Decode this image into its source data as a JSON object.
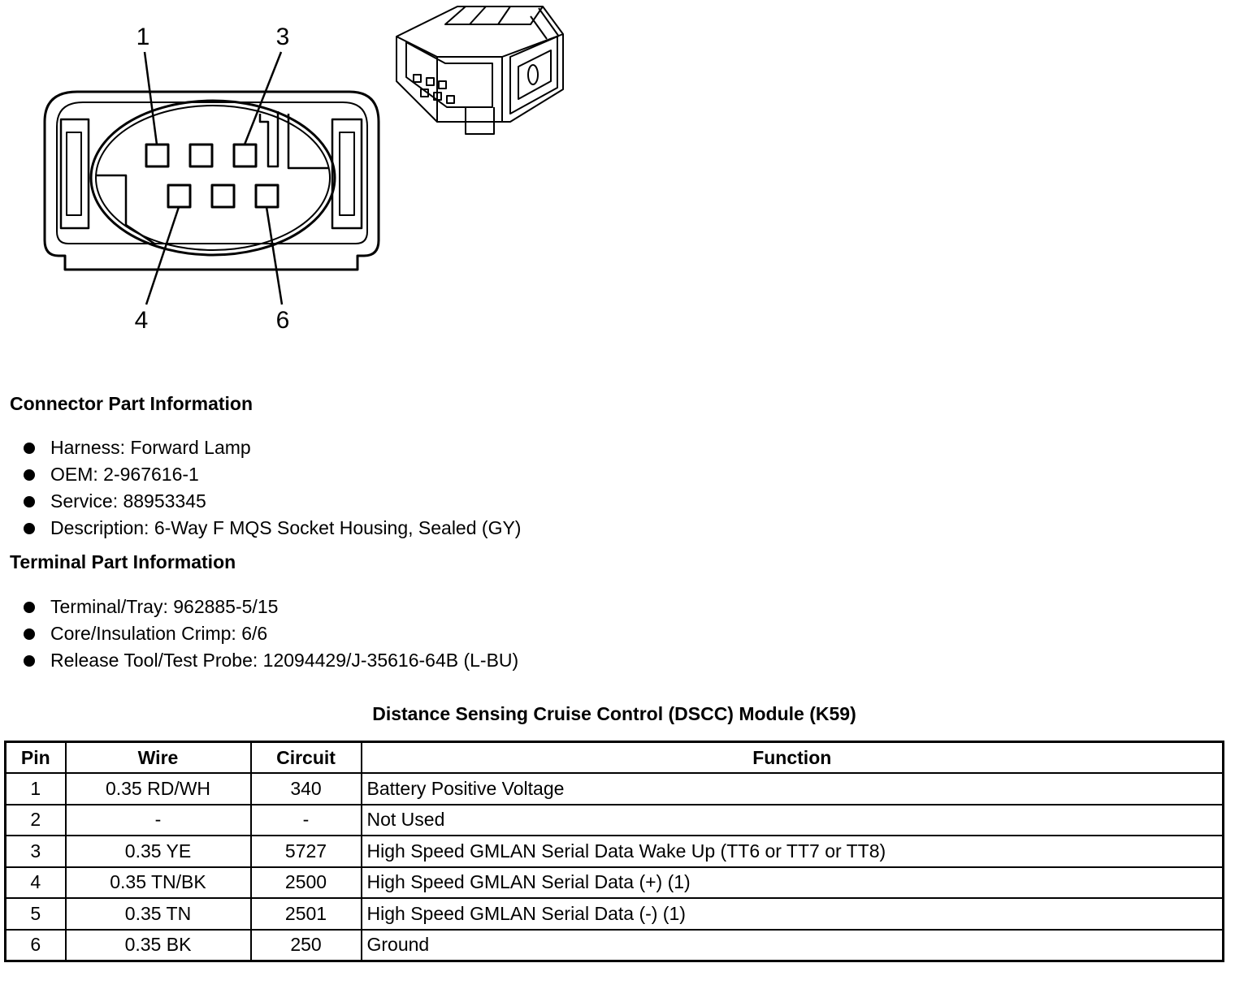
{
  "diagram": {
    "pin_callouts": [
      "1",
      "3",
      "4",
      "6"
    ]
  },
  "connector_part_info": {
    "heading": "Connector Part Information",
    "items": [
      "Harness: Forward Lamp",
      "OEM: 2-967616-1",
      "Service: 88953345",
      "Description: 6-Way F MQS Socket Housing, Sealed (GY)"
    ]
  },
  "terminal_part_info": {
    "heading": "Terminal Part Information",
    "items": [
      "Terminal/Tray: 962885-5/15",
      "Core/Insulation Crimp: 6/6",
      "Release Tool/Test Probe: 12094429/J-35616-64B (L-BU)"
    ]
  },
  "table": {
    "title": "Distance Sensing Cruise Control (DSCC) Module (K59)",
    "headers": {
      "pin": "Pin",
      "wire": "Wire",
      "circuit": "Circuit",
      "function": "Function"
    },
    "rows": [
      {
        "pin": "1",
        "wire": "0.35 RD/WH",
        "circuit": "340",
        "function": "Battery Positive Voltage"
      },
      {
        "pin": "2",
        "wire": "-",
        "circuit": "-",
        "function": "Not Used"
      },
      {
        "pin": "3",
        "wire": "0.35 YE",
        "circuit": "5727",
        "function": "High Speed GMLAN Serial Data Wake Up (TT6 or TT7 or TT8)"
      },
      {
        "pin": "4",
        "wire": "0.35 TN/BK",
        "circuit": "2500",
        "function": "High Speed GMLAN Serial Data (+) (1)"
      },
      {
        "pin": "5",
        "wire": "0.35 TN",
        "circuit": "2501",
        "function": "High Speed GMLAN Serial Data (-) (1)"
      },
      {
        "pin": "6",
        "wire": "0.35 BK",
        "circuit": "250",
        "function": "Ground"
      }
    ]
  }
}
